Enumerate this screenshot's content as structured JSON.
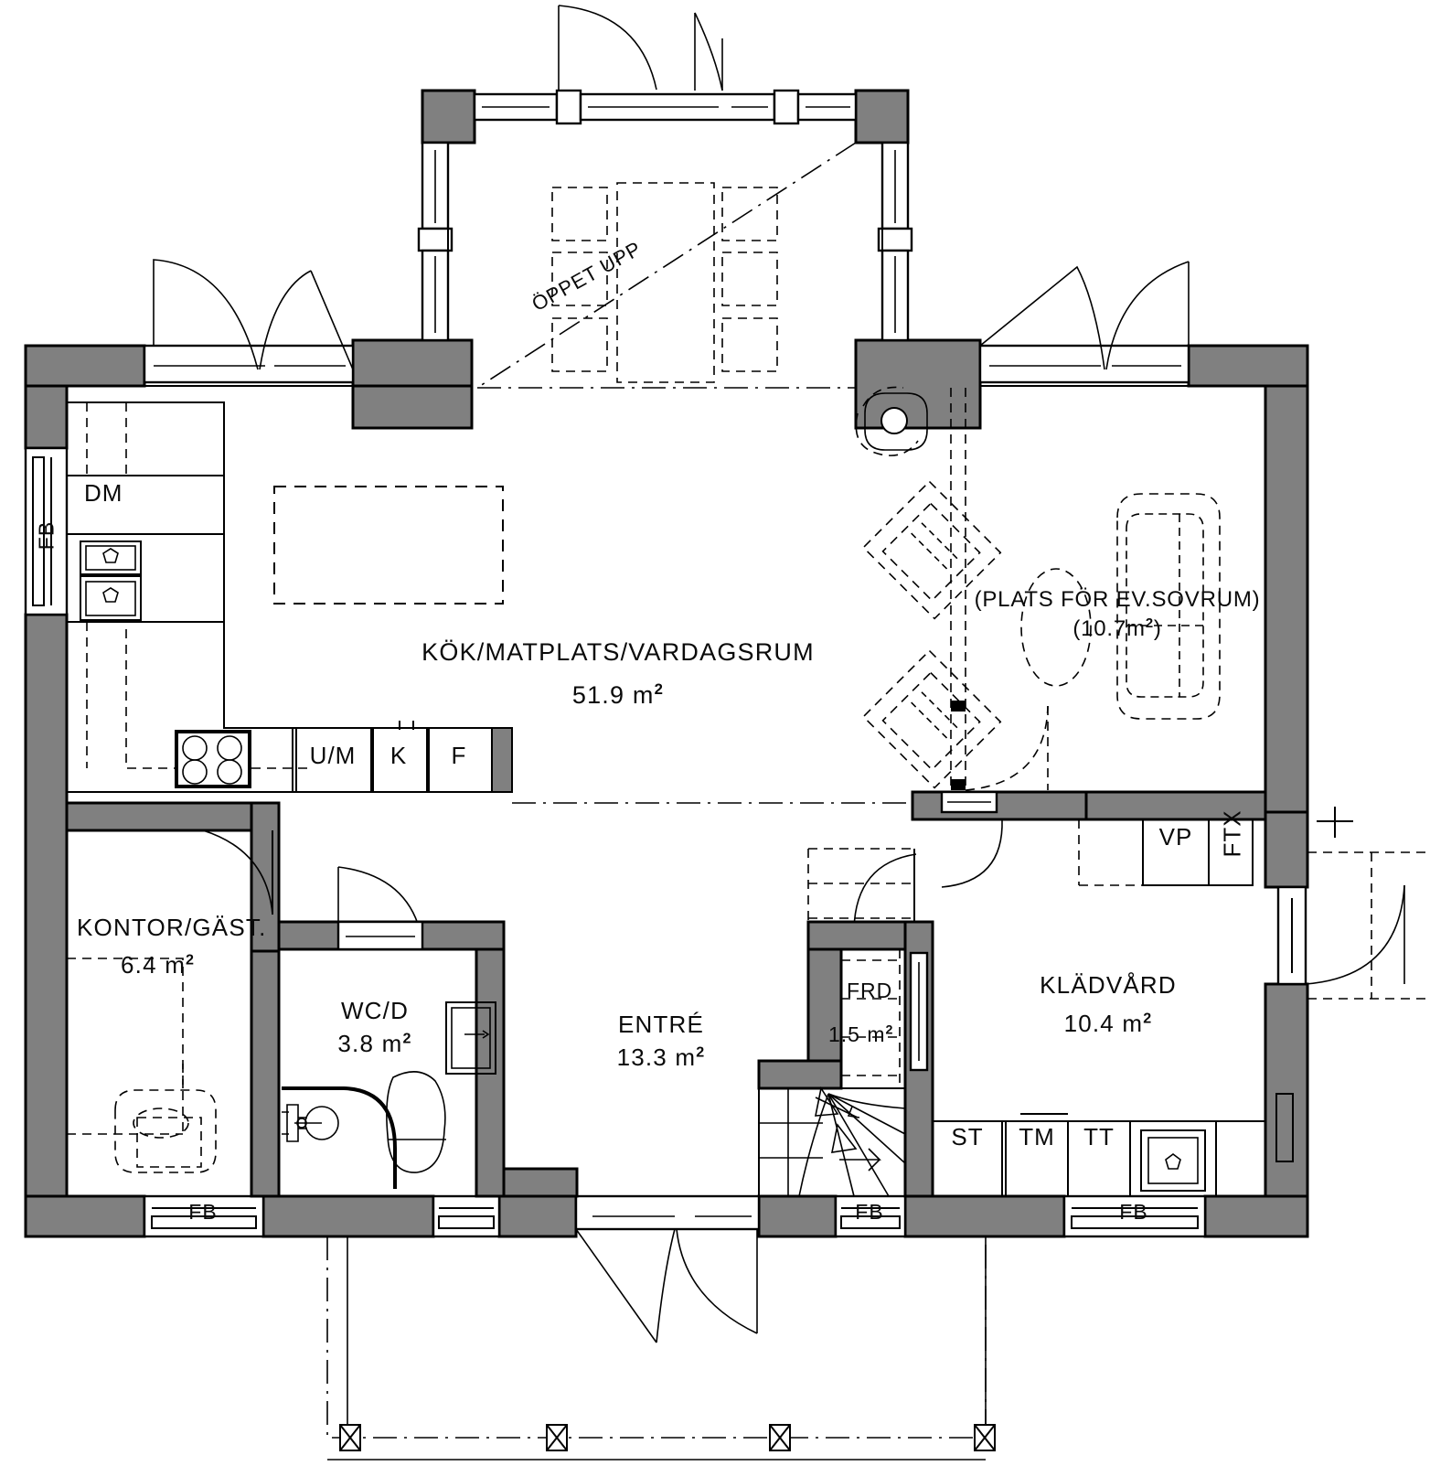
{
  "document": {
    "type": "architectural-floor-plan",
    "language": "sv",
    "level": "entrance-floor"
  },
  "rooms": [
    {
      "id": "kok",
      "name": "KÖK/MATPLATS/VARDAGSRUM",
      "area": "51.9",
      "unit": "m",
      "exponent": "2"
    },
    {
      "id": "kontor",
      "name": "KONTOR/GÄST.",
      "area": "6.4",
      "unit": "m",
      "exponent": "2"
    },
    {
      "id": "wc",
      "name": "WC/D",
      "area": "3.8",
      "unit": "m",
      "exponent": "2"
    },
    {
      "id": "entre",
      "name": "ENTRÉ",
      "area": "13.3",
      "unit": "m",
      "exponent": "2"
    },
    {
      "id": "frd",
      "name": "FRD",
      "area": "1.5",
      "unit": "m",
      "exponent": "2"
    },
    {
      "id": "kladvard",
      "name": "KLÄDVÅRD",
      "area": "10.4",
      "unit": "m",
      "exponent": "2"
    }
  ],
  "annotations": {
    "open_to_above": "ÖPPET UPP",
    "optional_bedroom_name": "(PLATS FÖR EV.SOVRUM)",
    "optional_bedroom_area": "(10.7m",
    "optional_bedroom_area_sup": "2",
    "optional_bedroom_area_close": ")"
  },
  "appliance_tags": {
    "dishwasher": "DM",
    "oven_micro": "U/M",
    "fridge": "K",
    "freezer": "F",
    "cabinet": "ST",
    "washing_machine": "TM",
    "tumble_dryer": "TT",
    "heat_pump": "VP",
    "ventilation_unit": "FTX"
  },
  "window_tags": {
    "label": "FB",
    "instances": [
      "left-kitchen",
      "bottom-kontor",
      "bottom-entre-stair",
      "bottom-kladvard"
    ]
  },
  "fixtures": [
    {
      "name": "kitchen-island",
      "style": "dashed"
    },
    {
      "name": "double-sink",
      "style": "solid"
    },
    {
      "name": "cooktop-4-burner",
      "style": "solid"
    },
    {
      "name": "dining-table",
      "style": "dashed"
    },
    {
      "name": "dining-chairs",
      "style": "dashed"
    },
    {
      "name": "wood-stove",
      "style": "solid"
    },
    {
      "name": "bed-double",
      "style": "dashed"
    },
    {
      "name": "nightstand",
      "style": "dashed"
    },
    {
      "name": "armchair-pair",
      "style": "dashed"
    },
    {
      "name": "desk-chair",
      "style": "dashed"
    },
    {
      "name": "toilet",
      "style": "solid"
    },
    {
      "name": "washbasin",
      "style": "solid"
    },
    {
      "name": "shower-curtain",
      "style": "solid"
    },
    {
      "name": "laundry-sink",
      "style": "solid"
    },
    {
      "name": "winder-staircase",
      "style": "solid"
    },
    {
      "name": "terrace-deck",
      "style": "dash-dot"
    },
    {
      "name": "terrace-posts",
      "style": "crossed-box",
      "count": 4
    }
  ],
  "colors": {
    "wall_fill": "#808080",
    "line": "#000000",
    "background": "#ffffff",
    "thin_line": "#1a1a1a"
  }
}
